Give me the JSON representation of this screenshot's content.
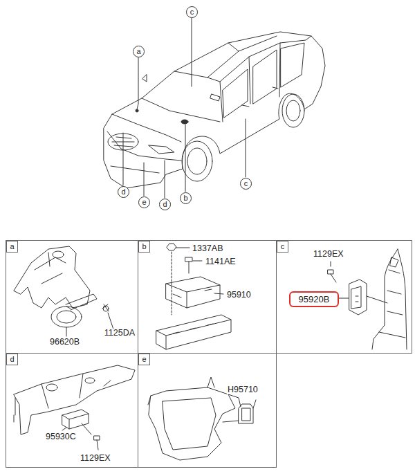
{
  "diagram": {
    "nodes": [
      {
        "text": [
          "c"
        ]
      },
      {
        "text": [
          "a"
        ]
      },
      {
        "text": [
          "c"
        ]
      },
      {
        "text": [
          "d"
        ]
      },
      {
        "text": [
          "e"
        ]
      },
      {
        "text": [
          "d"
        ]
      },
      {
        "text": [
          "b"
        ]
      },
      {
        "text": [
          "1125DA",
          "96620B"
        ]
      },
      {
        "text": [
          "a"
        ],
        "in": 7
      },
      {
        "text": [
          "1337AB",
          "1141AE",
          "95910"
        ]
      },
      {
        "text": [
          "b"
        ],
        "in": 9
      },
      {
        "text": [
          "1129EX"
        ]
      },
      {
        "text": [
          "c"
        ],
        "in": 11
      },
      {
        "text": [
          "95920B"
        ],
        "in": 11
      },
      {
        "text": [
          "95930C",
          "1129EX"
        ]
      },
      {
        "text": [
          "d"
        ],
        "in": 14
      },
      {
        "text": [
          "H95710"
        ]
      },
      {
        "text": [
          "e"
        ],
        "in": 16
      }
    ]
  }
}
